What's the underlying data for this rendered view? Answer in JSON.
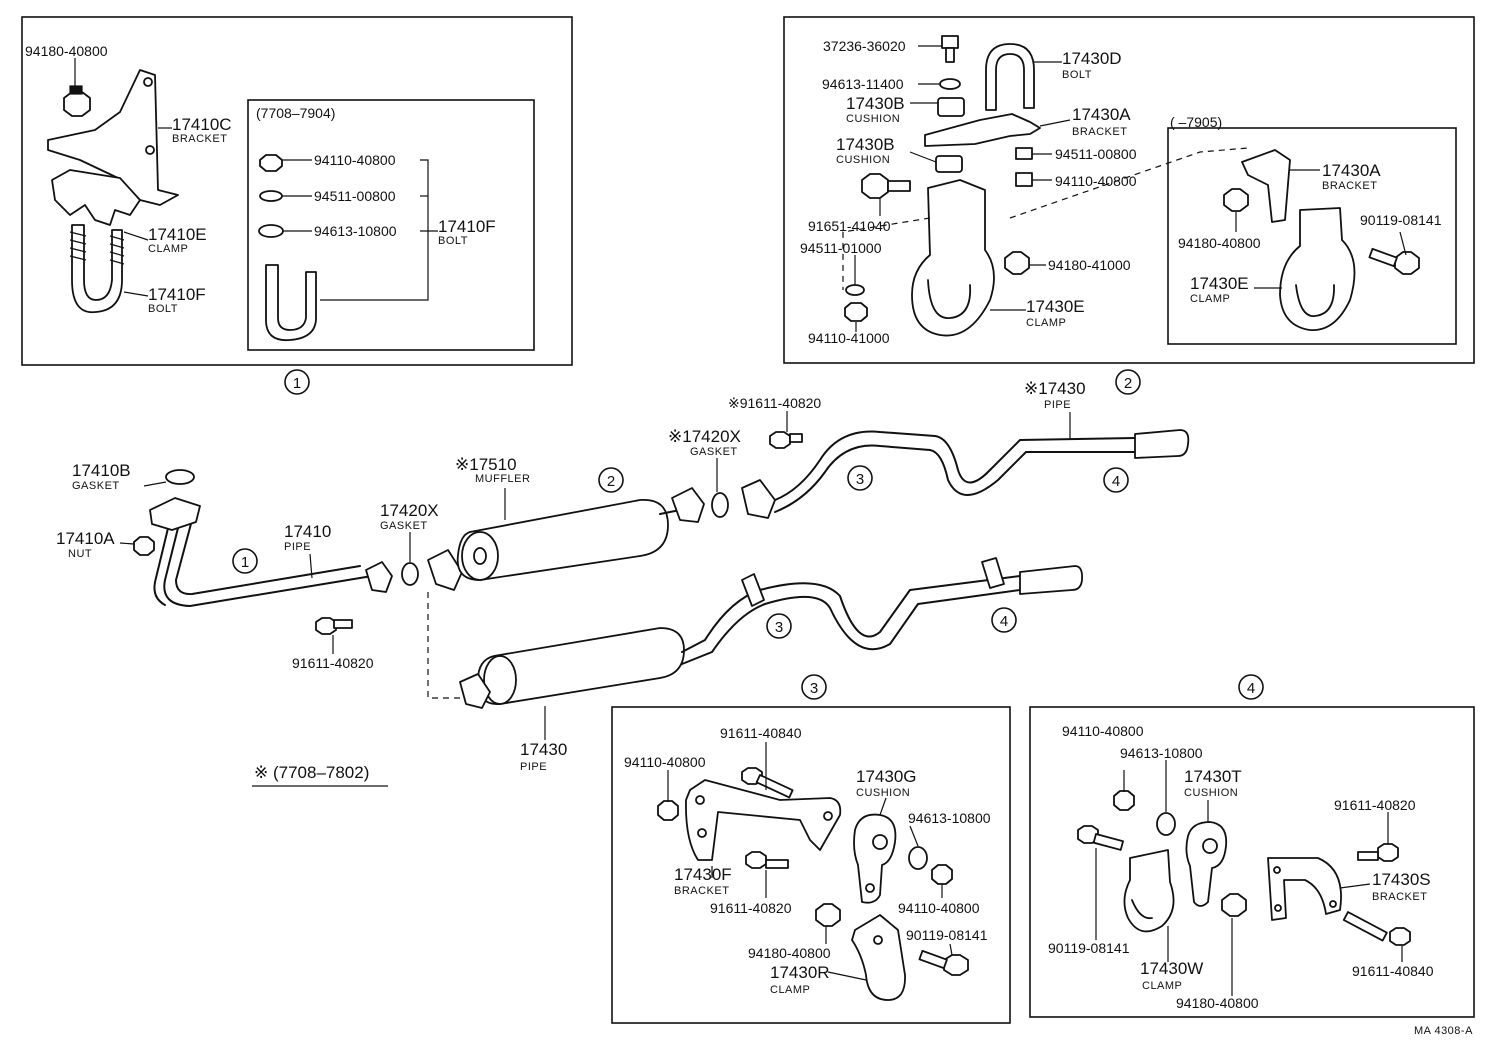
{
  "panel1": {
    "nut": "94180-40800",
    "bracket_no": "17410C",
    "bracket_txt": "BRACKET",
    "clamp_no": "17410E",
    "clamp_txt": "CLAMP",
    "bolt_no": "17410F",
    "bolt_txt": "BOLT",
    "sub_range": "(7708–7904)",
    "sub_nut": "94110-40800",
    "sub_washer1": "94511-00800",
    "sub_washer2": "94613-10800",
    "sub_bolt_no": "17410F",
    "sub_bolt_txt": "BOLT",
    "marker": "1"
  },
  "panel2": {
    "p1": "37236-36020",
    "p2": "94613-11400",
    "p3_no": "17430B",
    "p3_txt": "CUSHION",
    "p4_no": "17430D",
    "p4_txt": "BOLT",
    "p5_no": "17430A",
    "p5_txt": "BRACKET",
    "p6_no": "17430B",
    "p6_txt": "CUSHION",
    "p7": "94511-00800",
    "p8": "94110-40800",
    "p9": "91651-41040",
    "p10": "94511-01000",
    "p11": "94180-41000",
    "p12_no": "17430E",
    "p12_txt": "CLAMP",
    "p13": "94110-41000",
    "sub_range": "(       –7905)",
    "sub_bracket_no": "17430A",
    "sub_bracket_txt": "BRACKET",
    "sub_nut": "94180-40800",
    "sub_bolt": "90119-08141",
    "sub_clamp_no": "17430E",
    "sub_clamp_txt": "CLAMP",
    "marker": "2"
  },
  "main": {
    "gasket1_no": "17410B",
    "gasket1_txt": "GASKET",
    "nut_no": "17410A",
    "nut_txt": "NUT",
    "pipe1_no": "17410",
    "pipe1_txt": "PIPE",
    "bolt1": "91611-40820",
    "gasket2_no": "17420X",
    "gasket2_txt": "GASKET",
    "muffler_no": "※17510",
    "muffler_txt": "MUFFLER",
    "gasket3_no": "※17420X",
    "gasket3_txt": "GASKET",
    "bolt2": "※91611-40820",
    "pipe2_no": "※17430",
    "pipe2_txt": "PIPE",
    "pipe3_no": "17430",
    "pipe3_txt": "PIPE",
    "note": "※ (7708–7802)",
    "m1": "1",
    "m2": "2",
    "m3": "3",
    "m4": "4"
  },
  "panel3": {
    "marker": "3",
    "bolt": "91611-40840",
    "nut": "94110-40800",
    "cushion_no": "17430G",
    "cushion_txt": "CUSHION",
    "washer": "94613-10800",
    "bracket_no": "17430F",
    "bracket_txt": "BRACKET",
    "bolt2": "91611-40820",
    "nut2": "94110-40800",
    "nut3": "94180-40800",
    "bolt3": "90119-08141",
    "clamp_no": "17430R",
    "clamp_txt": "CLAMP"
  },
  "panel4": {
    "marker": "4",
    "nut": "94110-40800",
    "washer": "94613-10800",
    "cushion_no": "17430T",
    "cushion_txt": "CUSHION",
    "bolt1": "91611-40820",
    "bracket_no": "17430S",
    "bracket_txt": "BRACKET",
    "bolt2": "90119-08141",
    "clamp_no": "17430W",
    "clamp_txt": "CLAMP",
    "nut2": "94180-40800",
    "bolt3": "91611-40840"
  },
  "footer_code": "MA 4308-A"
}
